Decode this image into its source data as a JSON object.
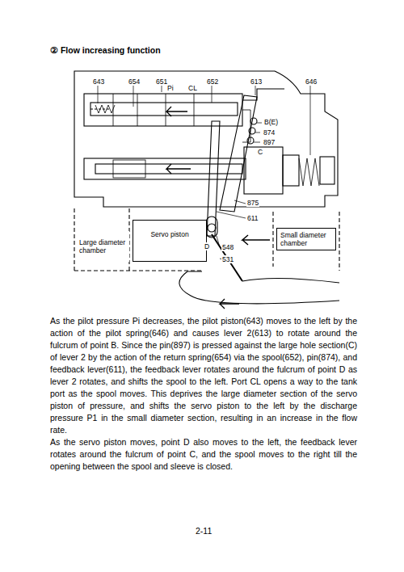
{
  "diagram": {
    "title": "② Flow increasing function",
    "nodes": [
      {
        "text": [
          "Large diameter chamber"
        ]
      },
      {
        "text": [
          "Servo piston"
        ]
      },
      {
        "text": [
          "Small diameter chamber"
        ]
      }
    ],
    "labels": [
      "643",
      "654",
      "651",
      "652",
      "613",
      "646",
      "Pi",
      "CL",
      "B(E)",
      "874",
      "897",
      "C",
      "875",
      "611",
      "D",
      "548",
      "531",
      "As the pilot pressure Pi decreases, the pilot piston(643) moves to the left by the action of the pilot spring(646) and causes lever 2(613) to rotate around the fulcrum of point B.  Since the pin(897) is pressed against the large hole section(C) of lever 2 by the action of the return spring(654) via the spool(652), pin(874), and feedback lever(611), the feedback lever rotates around the fulcrum of point D as lever 2 rotates, and shifts the spool to the left.  Port CL opens a way to the tank port as the spool moves.  This deprives the large diameter section of the servo piston of pressure, and shifts the servo piston to the left by the discharge pressure P1 in the small diameter section, resulting in an increase in the flow rate.",
      "As the servo piston moves, point D also moves to the left, the feedback lever rotates around the fulcrum of point C, and the spool moves to the right till the opening between the spool and sleeve is closed.",
      "2-11"
    ]
  }
}
